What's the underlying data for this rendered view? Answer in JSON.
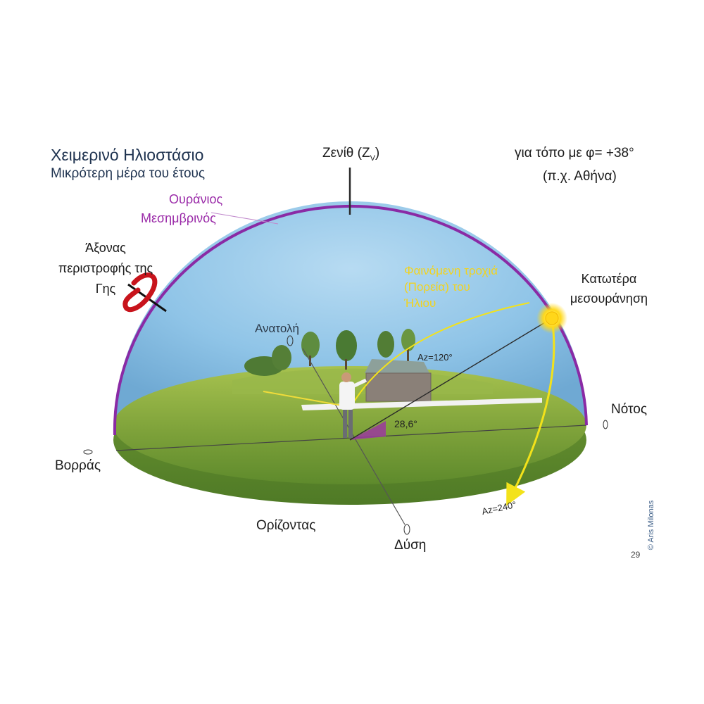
{
  "title": "Χειμερινό Ηλιοστάσιο",
  "subtitle": "Μικρότερη μέρα του έτους",
  "zenith": "Ζενίθ (Z",
  "zenith_sub": "V",
  "zenith_close": ")",
  "place_line1": "για τόπο με φ= +38°",
  "place_line2": "(π.χ. Αθήνα)",
  "meridian_line1": "Ουράνιος",
  "meridian_line2": "Μεσημβρινός",
  "earth_axis": "Άξονας περιστροφής της Γης",
  "apparent_path": "Φαινόμενη τροχιά (Πορεία) του Ήλιου",
  "lower_culmination": "Κατωτέρα μεσουράνηση",
  "east": "Ανατολή",
  "az_rise": "Az=120°",
  "altitude_angle": "28,6°",
  "south": "Νότος",
  "north": "Βορράς",
  "horizon": "Ορίζοντας",
  "az_set": "Az=240°",
  "west": "Δύση",
  "page_number": "29",
  "copyright": "© Aris Milonas",
  "colors": {
    "sky": "#8ec3e8",
    "meridian": "#8a2aa5",
    "sun_path": "#f3e21a",
    "ground": "#7fa63b",
    "earth_axis_arrow": "#c8141c"
  }
}
